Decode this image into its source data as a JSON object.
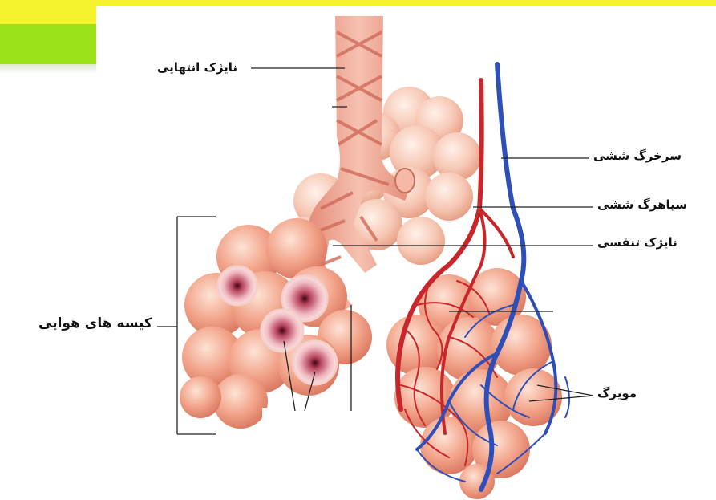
{
  "labels": {
    "terminal_bronchiole": "نایژک انتهایی",
    "pulmonary_artery": "سرخرگ ششی",
    "pulmonary_vein": "سیاهرگ ششی",
    "respiratory_bronchiole": "نایژک تنفسی",
    "air_sacs": "کیسه های هوایی",
    "capillary": "مویرگ"
  },
  "colors": {
    "header_yellow": "#f4f22c",
    "header_green": "#9be21a",
    "alveoli": "#f0a48c",
    "artery": "#c8262a",
    "vein": "#2f4fb8"
  }
}
